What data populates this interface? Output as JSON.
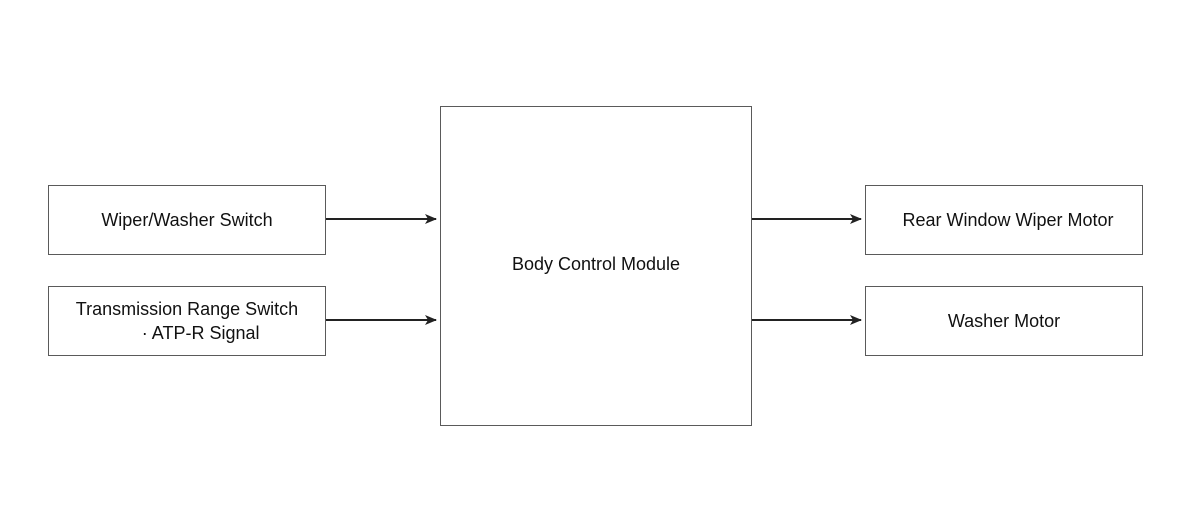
{
  "diagram": {
    "inputs": [
      {
        "label": "Wiper/Washer Switch"
      },
      {
        "label_line1": "Transmission Range Switch",
        "label_line2": "· ATP-R Signal"
      }
    ],
    "module": {
      "label": "Body Control Module"
    },
    "outputs": [
      {
        "label": "Rear Window Wiper Motor"
      },
      {
        "label": "Washer Motor"
      }
    ],
    "colors": {
      "border": "#5a5a5a",
      "arrow": "#222222",
      "text": "#111111",
      "background": "#ffffff"
    }
  }
}
